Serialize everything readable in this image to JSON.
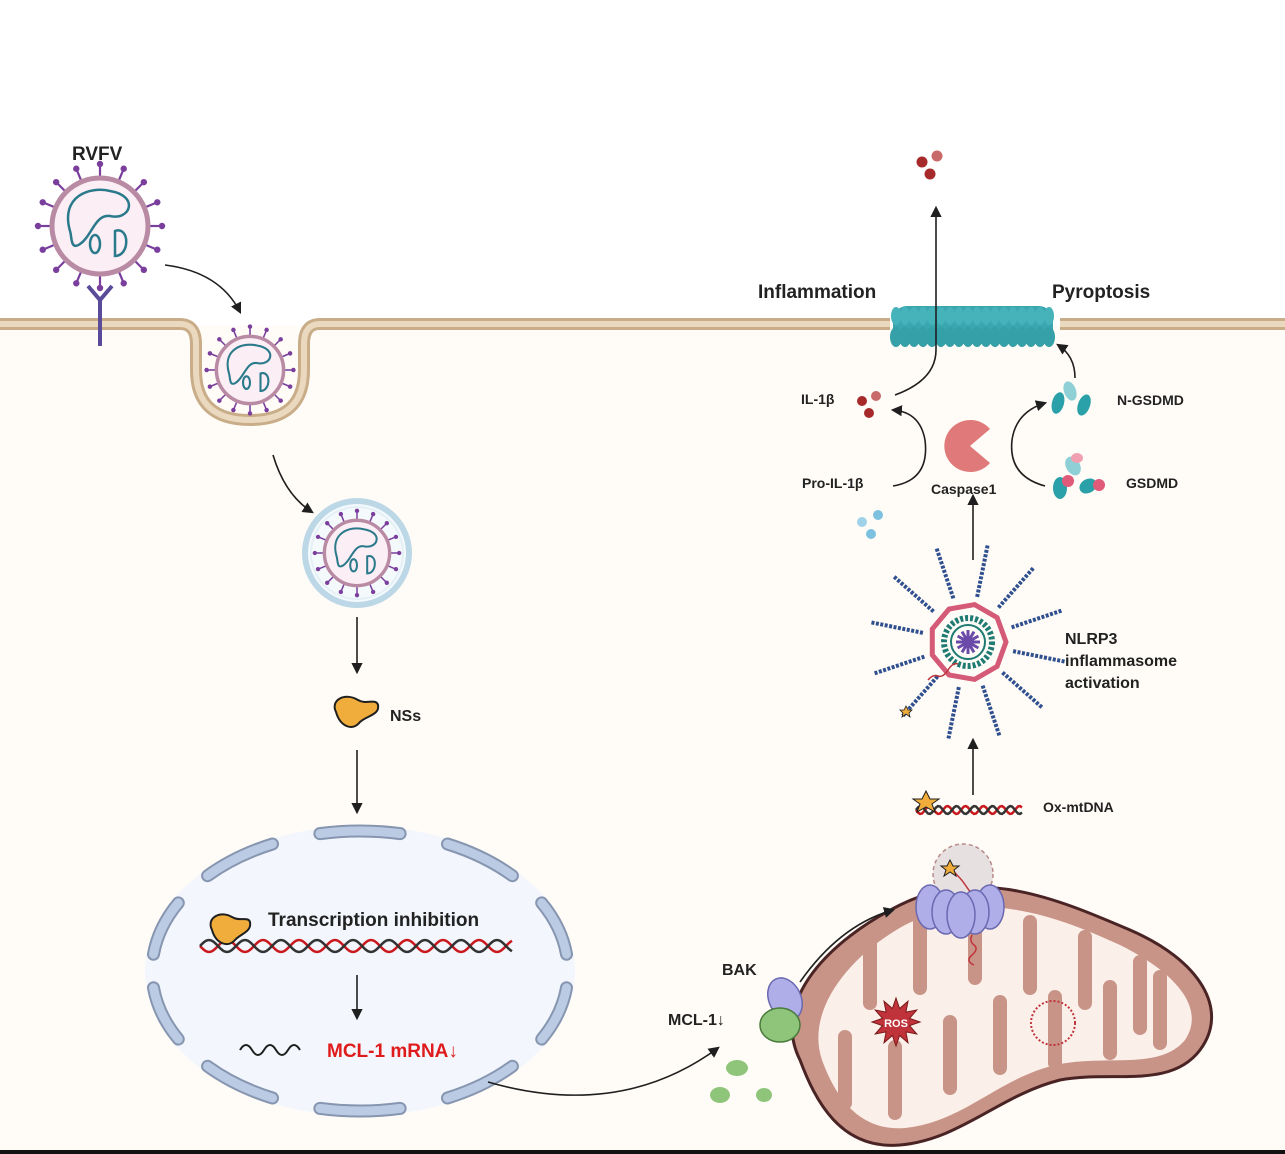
{
  "title": "RVFV NSs-mediated MCL-1 suppression drives NLRP3 inflammasome activation and pyroptosis",
  "labels": {
    "virus": "RVFV",
    "inflammation": "Inflammation",
    "pyroptosis": "Pyroptosis",
    "il1b": "IL-1β",
    "pro_il1b": "Pro-IL-1β",
    "caspase1": "Caspase1",
    "n_gsdmd": "N-GSDMD",
    "gsdmd": "GSDMD",
    "nlrp3_line1": "NLRP3",
    "nlrp3_line2": "inflammasome",
    "nlrp3_line3": "activation",
    "ox_mtdna": "Ox-mtDNA",
    "nss": "NSs",
    "transcription": "Transcription inhibition",
    "mcl1_mrna": "MCL-1 mRNA↓",
    "bak": "BAK",
    "mcl1_down": "MCL-1↓",
    "ros": "ROS"
  },
  "colors": {
    "background_extracellular": "#ffffff",
    "cytoplasm": "#fffcf7",
    "membrane": "#d9c2a0",
    "virus_spike": "#7a3e9d",
    "virus_rna": "#2b7a8c",
    "pore_teal": "#3aa7b0",
    "caspase": "#e07a7a",
    "il1b_red": "#a62a2a",
    "pro_il1b_blue": "#7cc1e0",
    "nss_orange": "#f0ad3c",
    "nucleus_envelope": "#b9c9e0",
    "mito_outer": "#c99488",
    "bak_purple": "#b0aee8",
    "mcl1_green": "#8fc57b",
    "ros_red": "#c0333a",
    "text_red": "#e01b1b"
  }
}
